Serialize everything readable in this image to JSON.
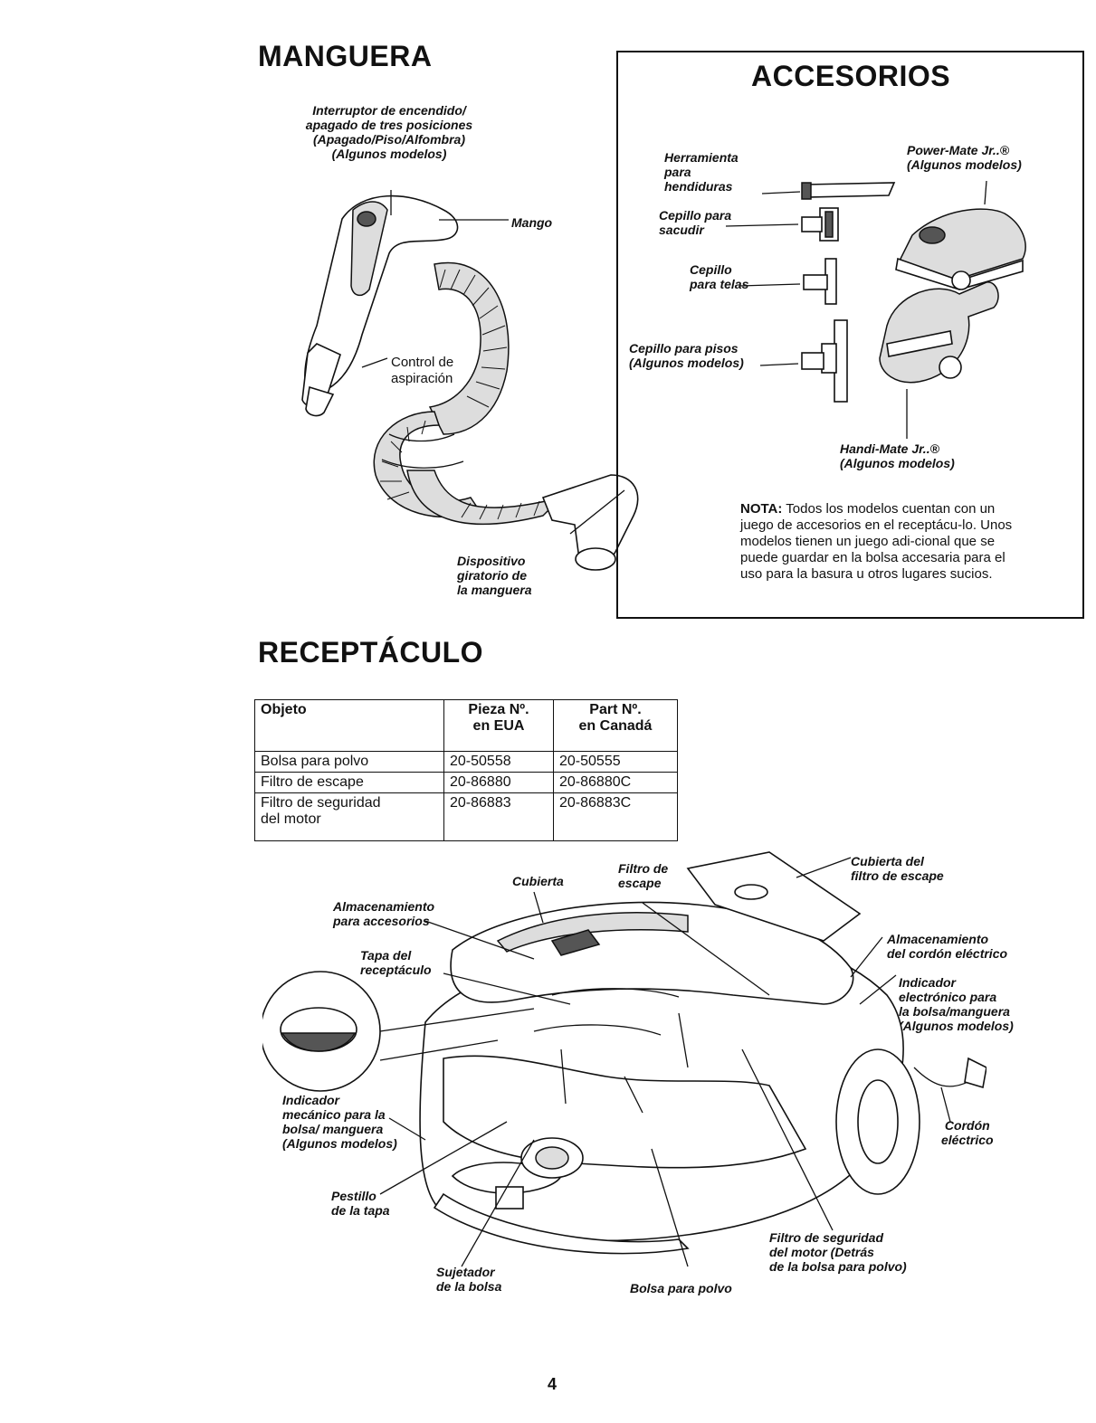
{
  "manguera": {
    "title": "MANGUERA",
    "switch_label": "Interruptor de encendido/\napagado de tres posiciones\n(Apagado/Piso/Alfombra)\n(Algunos modelos)",
    "handle_label": "Mango",
    "suction_label": "Control de\naspiración",
    "swivel_label": "Dispositivo\ngiratorio de\nla manguera"
  },
  "accesorios": {
    "title": "ACCESORIOS",
    "crevice_label": "Herramienta\npara\nhendiduras",
    "dusting_label": "Cepillo para\nsacudir",
    "upholstery_label": "Cepillo\npara telas",
    "floor_label": "Cepillo para pisos\n(Algunos modelos)",
    "powermate_label": "Power-Mate Jr..®\n(Algunos modelos)",
    "handimate_label": "Handi-Mate Jr..®\n(Algunos modelos)",
    "nota_prefix": "NOTA:",
    "nota_text": " Todos los modelos cuentan con un juego de accesorios en el receptácu-lo. Unos modelos tienen un juego adi-cional que se puede guardar en la bolsa accesaria para el uso para la basura u otros lugares sucios."
  },
  "receptaculo": {
    "title": "RECEPTÁCULO",
    "table": {
      "headers": [
        "Objeto",
        "Pieza Nº.\nen EUA",
        "Part Nº.\nen Canadá"
      ],
      "rows": [
        [
          "Bolsa para polvo",
          "20-50558",
          "20-50555"
        ],
        [
          "Filtro de escape",
          "20-86880",
          "20-86880C"
        ],
        [
          "Filtro de seguridad\ndel motor",
          "20-86883",
          "20-86883C"
        ]
      ]
    },
    "labels": {
      "cubierta": "Cubierta",
      "filtro_escape": "Filtro de\nescape",
      "cubierta_filtro": "Cubierta del\nfiltro de escape",
      "almac_accesorios": "Almacenamiento\npara accesorios",
      "tapa": "Tapa del\nreceptáculo",
      "almac_cordon": "Almacenamiento\ndel cordón eléctrico",
      "indicador_electronico": "Indicador\nelectrónico para\nla bolsa/manguera\n(Algunos modelos)",
      "indicador_mecanico": "Indicador\nmecánico para la\nbolsa/ manguera\n(Algunos modelos)",
      "cordon": "Cordón\neléctrico",
      "pestillo": "Pestillo\nde la tapa",
      "sujetador": "Sujetador\nde la bolsa",
      "bolsa": "Bolsa para polvo",
      "filtro_motor": "Filtro de seguridad\ndel motor (Detrás\nde la bolsa para polvo)"
    }
  },
  "page_number": "4"
}
